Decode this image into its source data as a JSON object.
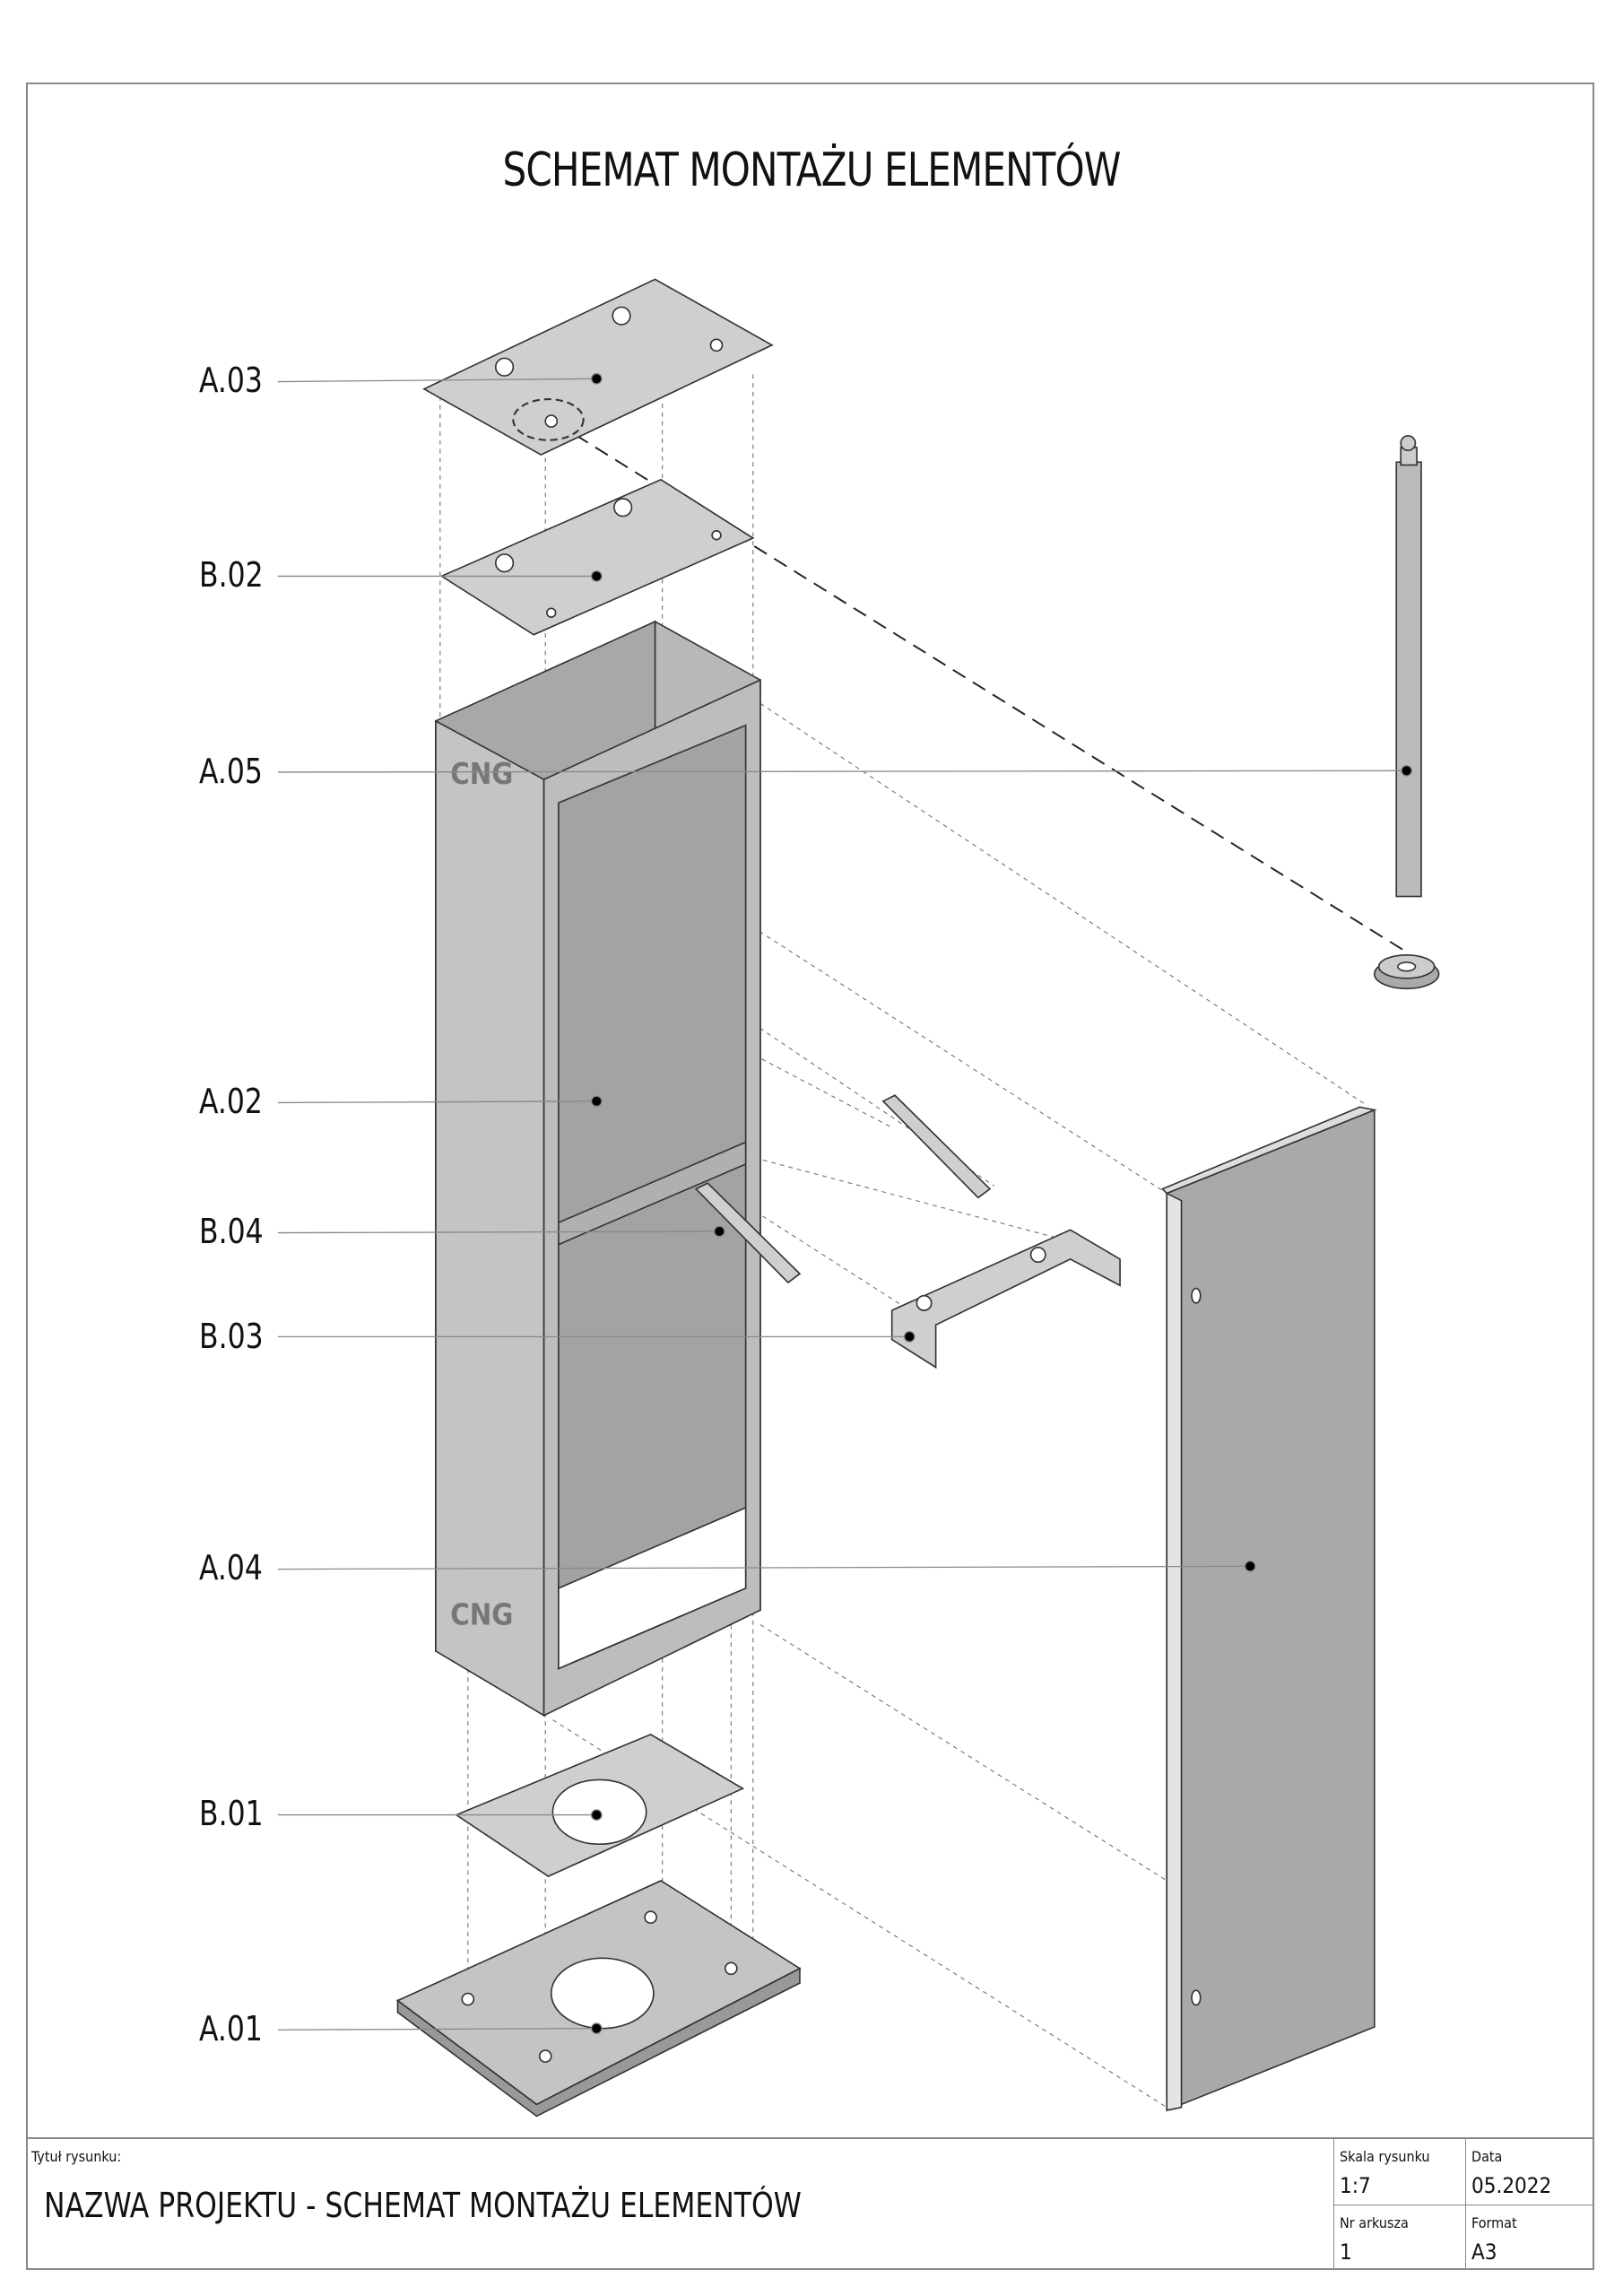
{
  "heading": "SCHEMAT MONTAŻU ELEMENTÓW",
  "parts": [
    "A.03",
    "B.02",
    "A.05",
    "A.02",
    "B.04",
    "B.03",
    "A.04",
    "B.01",
    "A.01"
  ],
  "title_block": {
    "title_label": "Tytuł rysunku:",
    "title_value": "NAZWA PROJEKTU - SCHEMAT MONTAŻU ELEMENTÓW",
    "scale_label": "Skala rysunku",
    "scale_value": "1:7",
    "date_label": "Data",
    "date_value": "05.2022",
    "sheet_label": "Nr arkusza",
    "sheet_value": "1",
    "format_label": "Format",
    "format_value": "A3"
  },
  "colors": {
    "part_fill": "#c8c8c8",
    "dark_fill": "#a9a9a9",
    "line": "#333333"
  }
}
